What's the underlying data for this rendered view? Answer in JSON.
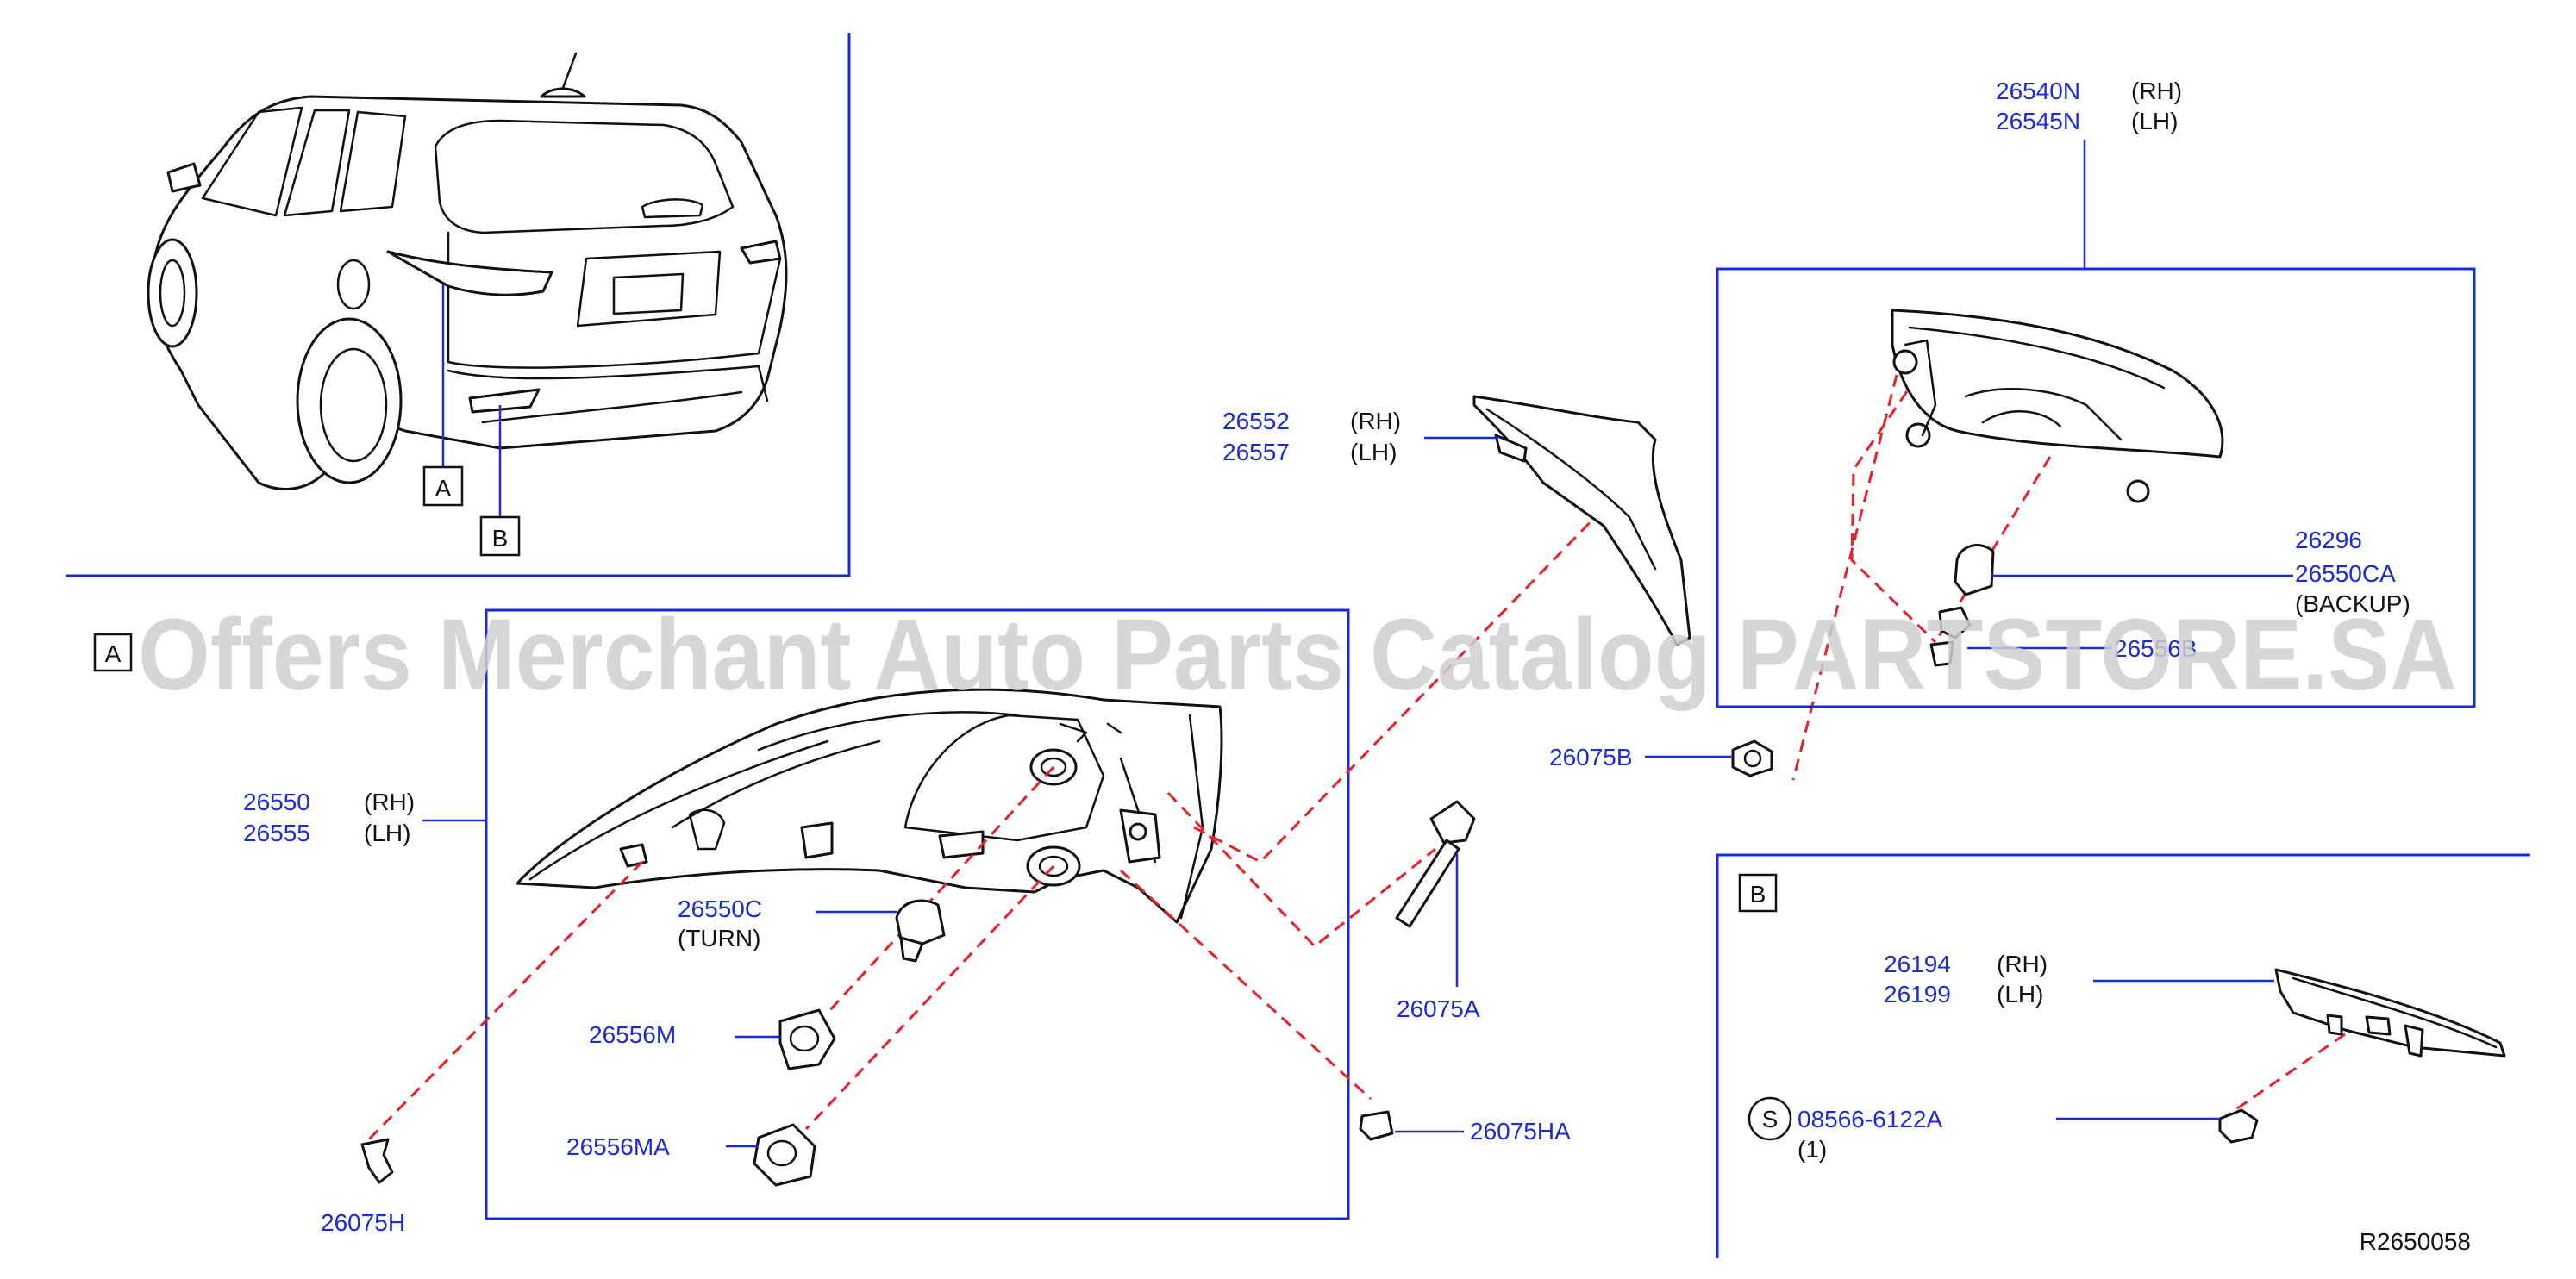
{
  "watermark": "Offers Merchant Auto Parts Catalog PARTSTORE.SA",
  "diagram_code": "R2650058",
  "callouts": {
    "a": "A",
    "b": "B",
    "s": "S"
  },
  "parts": {
    "p26540N": "26540N",
    "p26540N_side": "(RH)",
    "p26545N": "26545N",
    "p26545N_side": "(LH)",
    "p26552": "26552",
    "p26552_side": "(RH)",
    "p26557": "26557",
    "p26557_side": "(LH)",
    "p26296": "26296",
    "p26550CA": "26550CA",
    "p26550CA_note": "(BACKUP)",
    "p26556B": "26556B",
    "p26075B": "26075B",
    "p26550": "26550",
    "p26550_side": "(RH)",
    "p26555": "26555",
    "p26555_side": "(LH)",
    "p26550C": "26550C",
    "p26550C_note": "(TURN)",
    "p26556M": "26556M",
    "p26556MA": "26556MA",
    "p26075H": "26075H",
    "p26075A": "26075A",
    "p26075HA": "26075HA",
    "p26194": "26194",
    "p26194_side": "(RH)",
    "p26199": "26199",
    "p26199_side": "(LH)",
    "p08566": "08566-6122A",
    "p08566_qty": "(1)"
  }
}
